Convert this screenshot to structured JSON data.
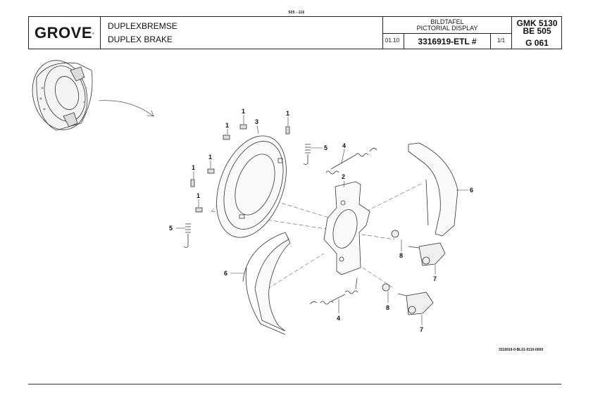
{
  "page_reference": "505 - 116",
  "header": {
    "logo_text": "GROVE",
    "title_de": "DUPLEXBREMSE",
    "title_en": "DUPLEX BRAKE",
    "display_type_de": "BILDTAFEL",
    "display_type_en": "PICTORIAL DISPLAY",
    "date": "01.10",
    "part_number": "3316919-ETL #",
    "sheet": "1/1",
    "model": "GMK 5130",
    "group": "BE 505",
    "figure": "G 061"
  },
  "drawing": {
    "overview_image": "assembled-duplex-brake",
    "callouts": [
      {
        "id": "c1a",
        "label": "1",
        "part": "clip"
      },
      {
        "id": "c1b",
        "label": "1",
        "part": "clip"
      },
      {
        "id": "c1c",
        "label": "1",
        "part": "clip"
      },
      {
        "id": "c1d",
        "label": "1",
        "part": "clip"
      },
      {
        "id": "c1e",
        "label": "1",
        "part": "clip"
      },
      {
        "id": "c1f",
        "label": "1",
        "part": "clip"
      },
      {
        "id": "c2",
        "label": "2",
        "part": "anchor plate"
      },
      {
        "id": "c3",
        "label": "3",
        "part": "backing plate"
      },
      {
        "id": "c4a",
        "label": "4",
        "part": "return spring"
      },
      {
        "id": "c4b",
        "label": "4",
        "part": "return spring"
      },
      {
        "id": "c5a",
        "label": "5",
        "part": "hold-down spring"
      },
      {
        "id": "c5b",
        "label": "5",
        "part": "hold-down spring"
      },
      {
        "id": "c6a",
        "label": "6",
        "part": "brake shoe"
      },
      {
        "id": "c6b",
        "label": "6",
        "part": "brake shoe"
      },
      {
        "id": "c7a",
        "label": "7",
        "part": "wheel cylinder"
      },
      {
        "id": "c7b",
        "label": "7",
        "part": "wheel cylinder"
      },
      {
        "id": "c8a",
        "label": "8",
        "part": "adjuster"
      },
      {
        "id": "c8b",
        "label": "8",
        "part": "adjuster"
      }
    ]
  },
  "document_id": "3316919-0-BL01-0110-0000"
}
